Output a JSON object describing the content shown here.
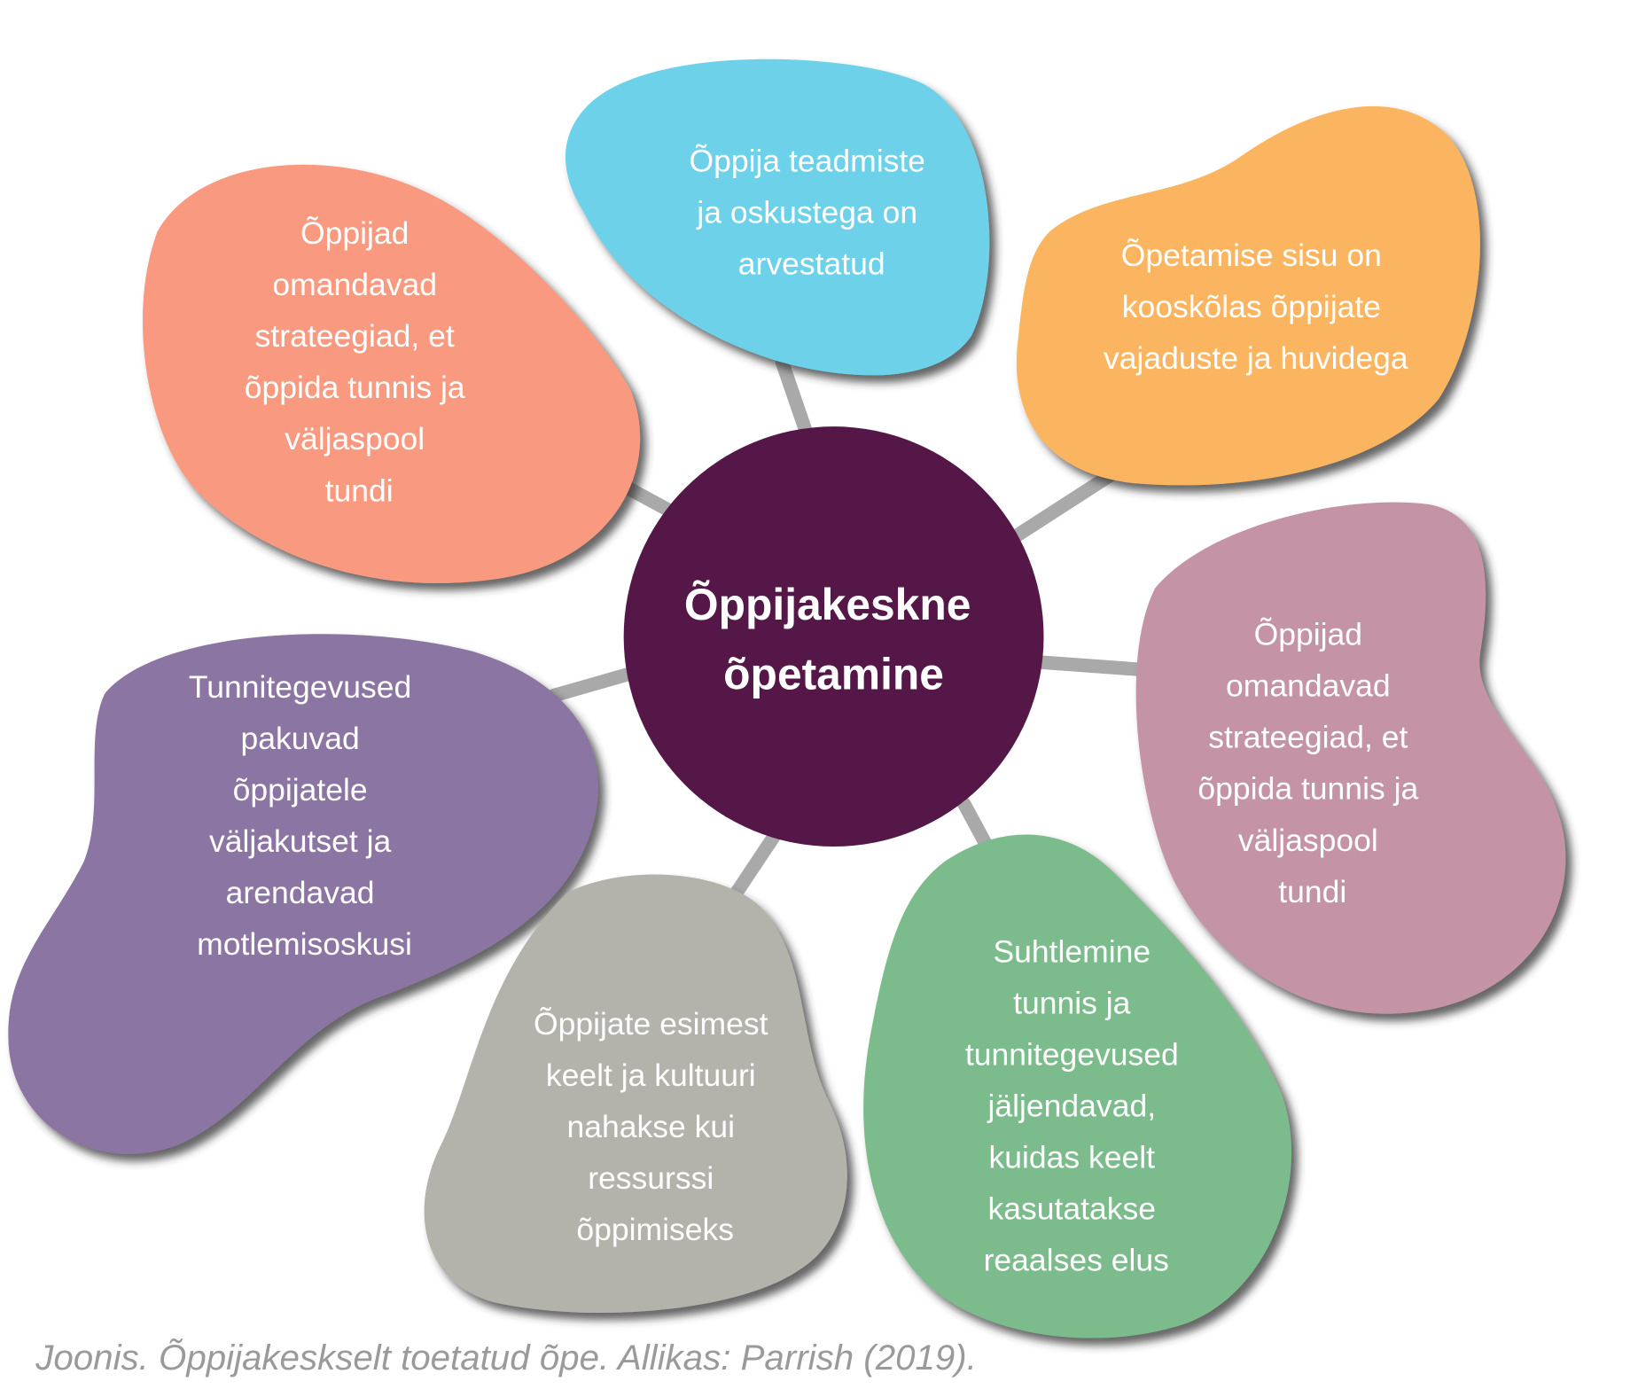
{
  "center": {
    "lines": [
      "Õppijakeskne",
      "õpetamine"
    ],
    "color": "#541747"
  },
  "nodes": [
    {
      "id": "blue",
      "color": "#6ed1ea",
      "lines": [
        "Õppija teadmiste",
        "ja oskustega on",
        "arvestatud"
      ]
    },
    {
      "id": "orange",
      "color": "#fbb45e",
      "lines": [
        "Õpetamise sisu on",
        "kooskõlas õppijate",
        "vajaduste ja huvidega"
      ]
    },
    {
      "id": "salmon",
      "color": "#f99a80",
      "lines": [
        "Õppijad",
        "omandavad",
        "strateegiad, et",
        "õppida tunnis ja",
        "väljaspool",
        "tundi"
      ]
    },
    {
      "id": "pink",
      "color": "#c494a6",
      "lines": [
        "Õppijad",
        "omandavad",
        "strateegiad, et",
        "õppida tunnis ja",
        "väljaspool",
        "tundi"
      ]
    },
    {
      "id": "purple",
      "color": "#8b75a2",
      "lines": [
        "Tunnitegevused",
        "pakuvad",
        "õppijatele",
        "väljakutset ja",
        "arendavad",
        "motlemisoskusi"
      ]
    },
    {
      "id": "grey",
      "color": "#b3b3ab",
      "lines": [
        "Õppijate esimest",
        "keelt ja kultuuri",
        "nahakse kui",
        "ressurssi",
        "õppimiseks"
      ]
    },
    {
      "id": "green",
      "color": "#7bbb8c",
      "lines": [
        "Suhtlemine",
        "tunnis ja",
        "tunnitegevused",
        "jäljendavad,",
        "kuidas keelt",
        "kasutatakse",
        "reaalses elus"
      ]
    }
  ],
  "caption": "Joonis. Õppijakeskselt toetatud õpe. Allikas: Parrish (2019)."
}
